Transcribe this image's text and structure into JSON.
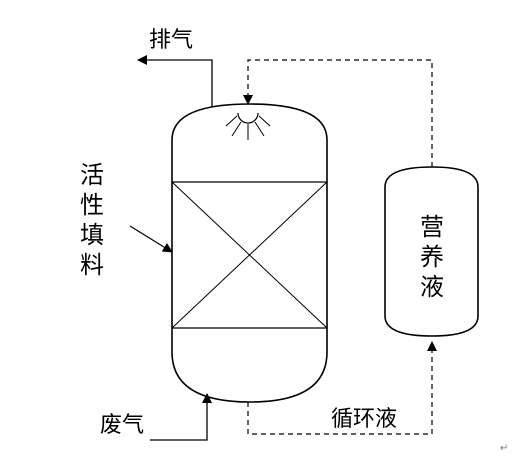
{
  "labels": {
    "exhaust": "排气",
    "packing": "活性填料",
    "nutrient": "营养液",
    "waste_gas": "废气",
    "circulating": "循环液"
  },
  "symbols": {
    "return_mark": "↵"
  },
  "colors": {
    "line": "#000000",
    "background": "#ffffff"
  },
  "icons": {
    "spray_nozzle": "sun-like-spray-nozzle-icon"
  }
}
